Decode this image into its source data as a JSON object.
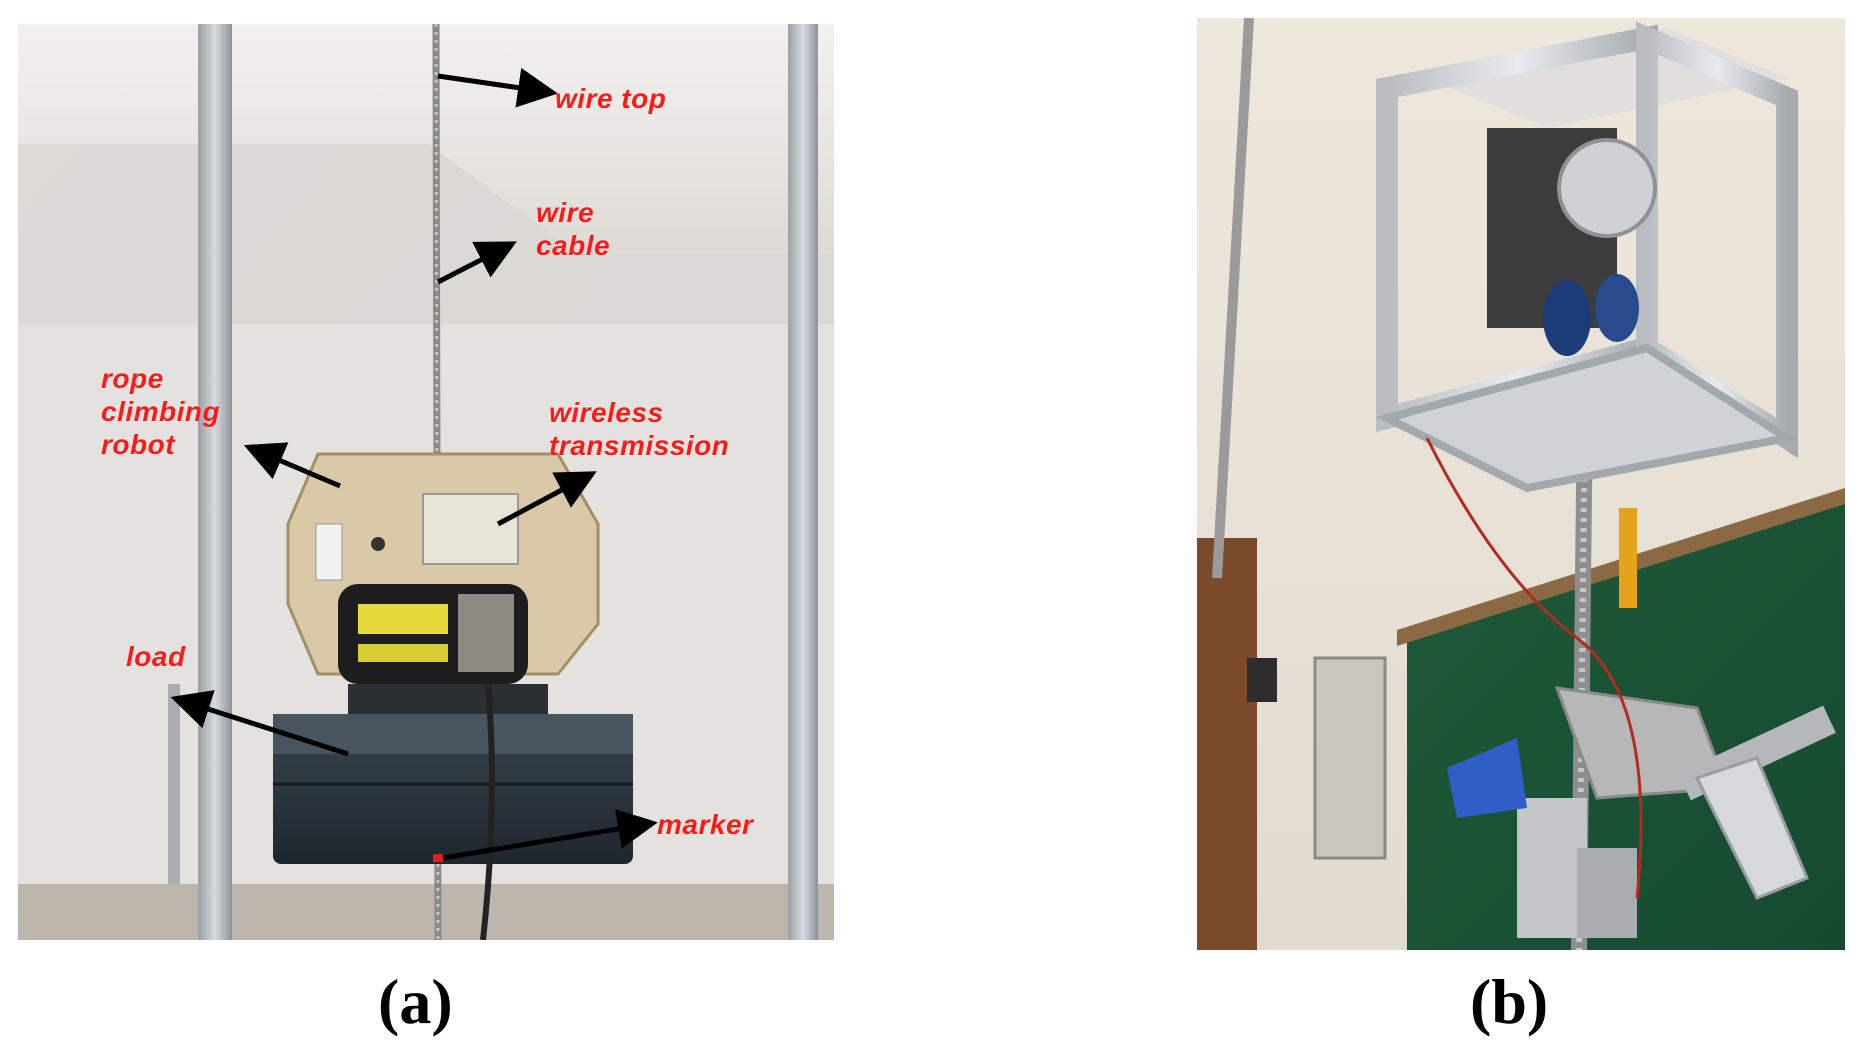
{
  "panel_a": {
    "caption": "(a)",
    "labels": {
      "wire_top": "wire top",
      "wire_cable": "wire\ncable",
      "rope_climbing_robot": "rope\nclimbing\nrobot",
      "wireless_transmission": "wireless\ntransmission",
      "load": "load",
      "marker": "marker"
    }
  },
  "panel_b": {
    "caption": "(b)"
  },
  "colors": {
    "annotation": "#ff1a1a",
    "arrow": "#000000",
    "caption": "#000000"
  }
}
